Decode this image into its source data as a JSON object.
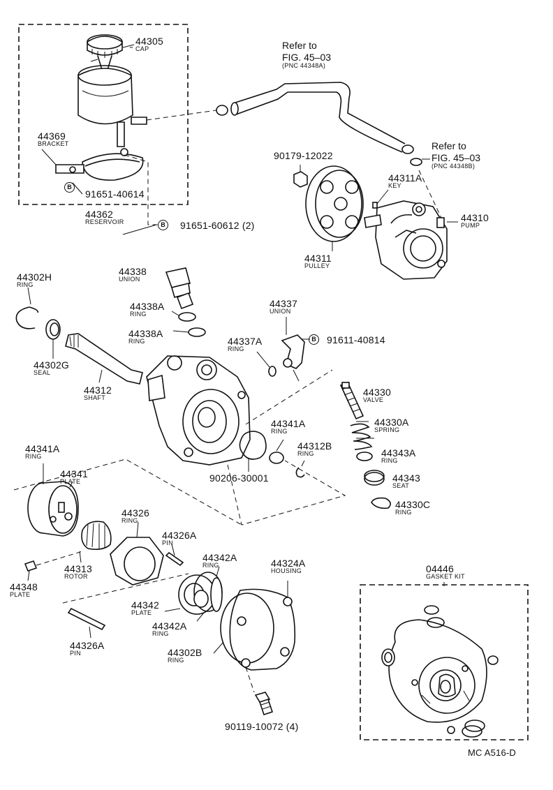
{
  "parts": {
    "cap": {
      "number": "44305",
      "name": "CAP"
    },
    "bracket": {
      "number": "44369",
      "name": "BRACKET"
    },
    "bolt_a": {
      "number": "91651-40614"
    },
    "reservoir": {
      "number": "44362",
      "name": "RESERVOIR"
    },
    "bolt_b": {
      "number": "91651-60612",
      "qty": "(2)"
    },
    "refer_a": {
      "line1": "Refer to",
      "line2": "FIG. 45–03",
      "line3": "(PNC 44348A)"
    },
    "refer_b": {
      "line1": "Refer to",
      "line2": "FIG. 45–03",
      "line3": "(PNC 44348B)"
    },
    "nut": {
      "number": "90179-12022"
    },
    "key": {
      "number": "44311A",
      "name": "KEY"
    },
    "pulley": {
      "number": "44311",
      "name": "PULLEY"
    },
    "pump": {
      "number": "44310",
      "name": "PUMP"
    },
    "ring_302h": {
      "number": "44302H",
      "name": "RING"
    },
    "union_338": {
      "number": "44338",
      "name": "UNION"
    },
    "ring_338a_1": {
      "number": "44338A",
      "name": "RING"
    },
    "ring_338a_2": {
      "number": "44338A",
      "name": "RING"
    },
    "union_337": {
      "number": "44337",
      "name": "UNION"
    },
    "bolt_c": {
      "number": "91611-40814"
    },
    "ring_337a": {
      "number": "44337A",
      "name": "RING"
    },
    "seal": {
      "number": "44302G",
      "name": "SEAL"
    },
    "shaft": {
      "number": "44312",
      "name": "SHAFT"
    },
    "valve": {
      "number": "44330",
      "name": "VALVE"
    },
    "spring": {
      "number": "44330A",
      "name": "SPRING"
    },
    "ring_341a_r": {
      "number": "44341A",
      "name": "RING"
    },
    "ring_312b": {
      "number": "44312B",
      "name": "RING"
    },
    "ring_343a": {
      "number": "44343A",
      "name": "RING"
    },
    "gasket_206": {
      "number": "90206-30001"
    },
    "seat": {
      "number": "44343",
      "name": "SEAT"
    },
    "ring_330c": {
      "number": "44330C",
      "name": "RING"
    },
    "ring_341a_l": {
      "number": "44341A",
      "name": "RING"
    },
    "plate_341": {
      "number": "44341",
      "name": "PLATE"
    },
    "ring_326": {
      "number": "44326",
      "name": "RING"
    },
    "pin_326a_1": {
      "number": "44326A",
      "name": "PIN"
    },
    "ring_342a_1": {
      "number": "44342A",
      "name": "RING"
    },
    "housing": {
      "number": "44324A",
      "name": "HOUSING"
    },
    "rotor": {
      "number": "44313",
      "name": "ROTOR"
    },
    "plate_348": {
      "number": "44348",
      "name": "PLATE"
    },
    "plate_342": {
      "number": "44342",
      "name": "PLATE"
    },
    "ring_342a_2": {
      "number": "44342A",
      "name": "RING"
    },
    "ring_302b": {
      "number": "44302B",
      "name": "RING"
    },
    "pin_326a_2": {
      "number": "44326A",
      "name": "PIN"
    },
    "bolt_d": {
      "number": "90119-10072",
      "qty": "(4)"
    },
    "gasket_kit": {
      "number": "04446",
      "name": "GASKET KIT"
    }
  },
  "badge_letter": "B",
  "figure_code": "MC A516-D"
}
